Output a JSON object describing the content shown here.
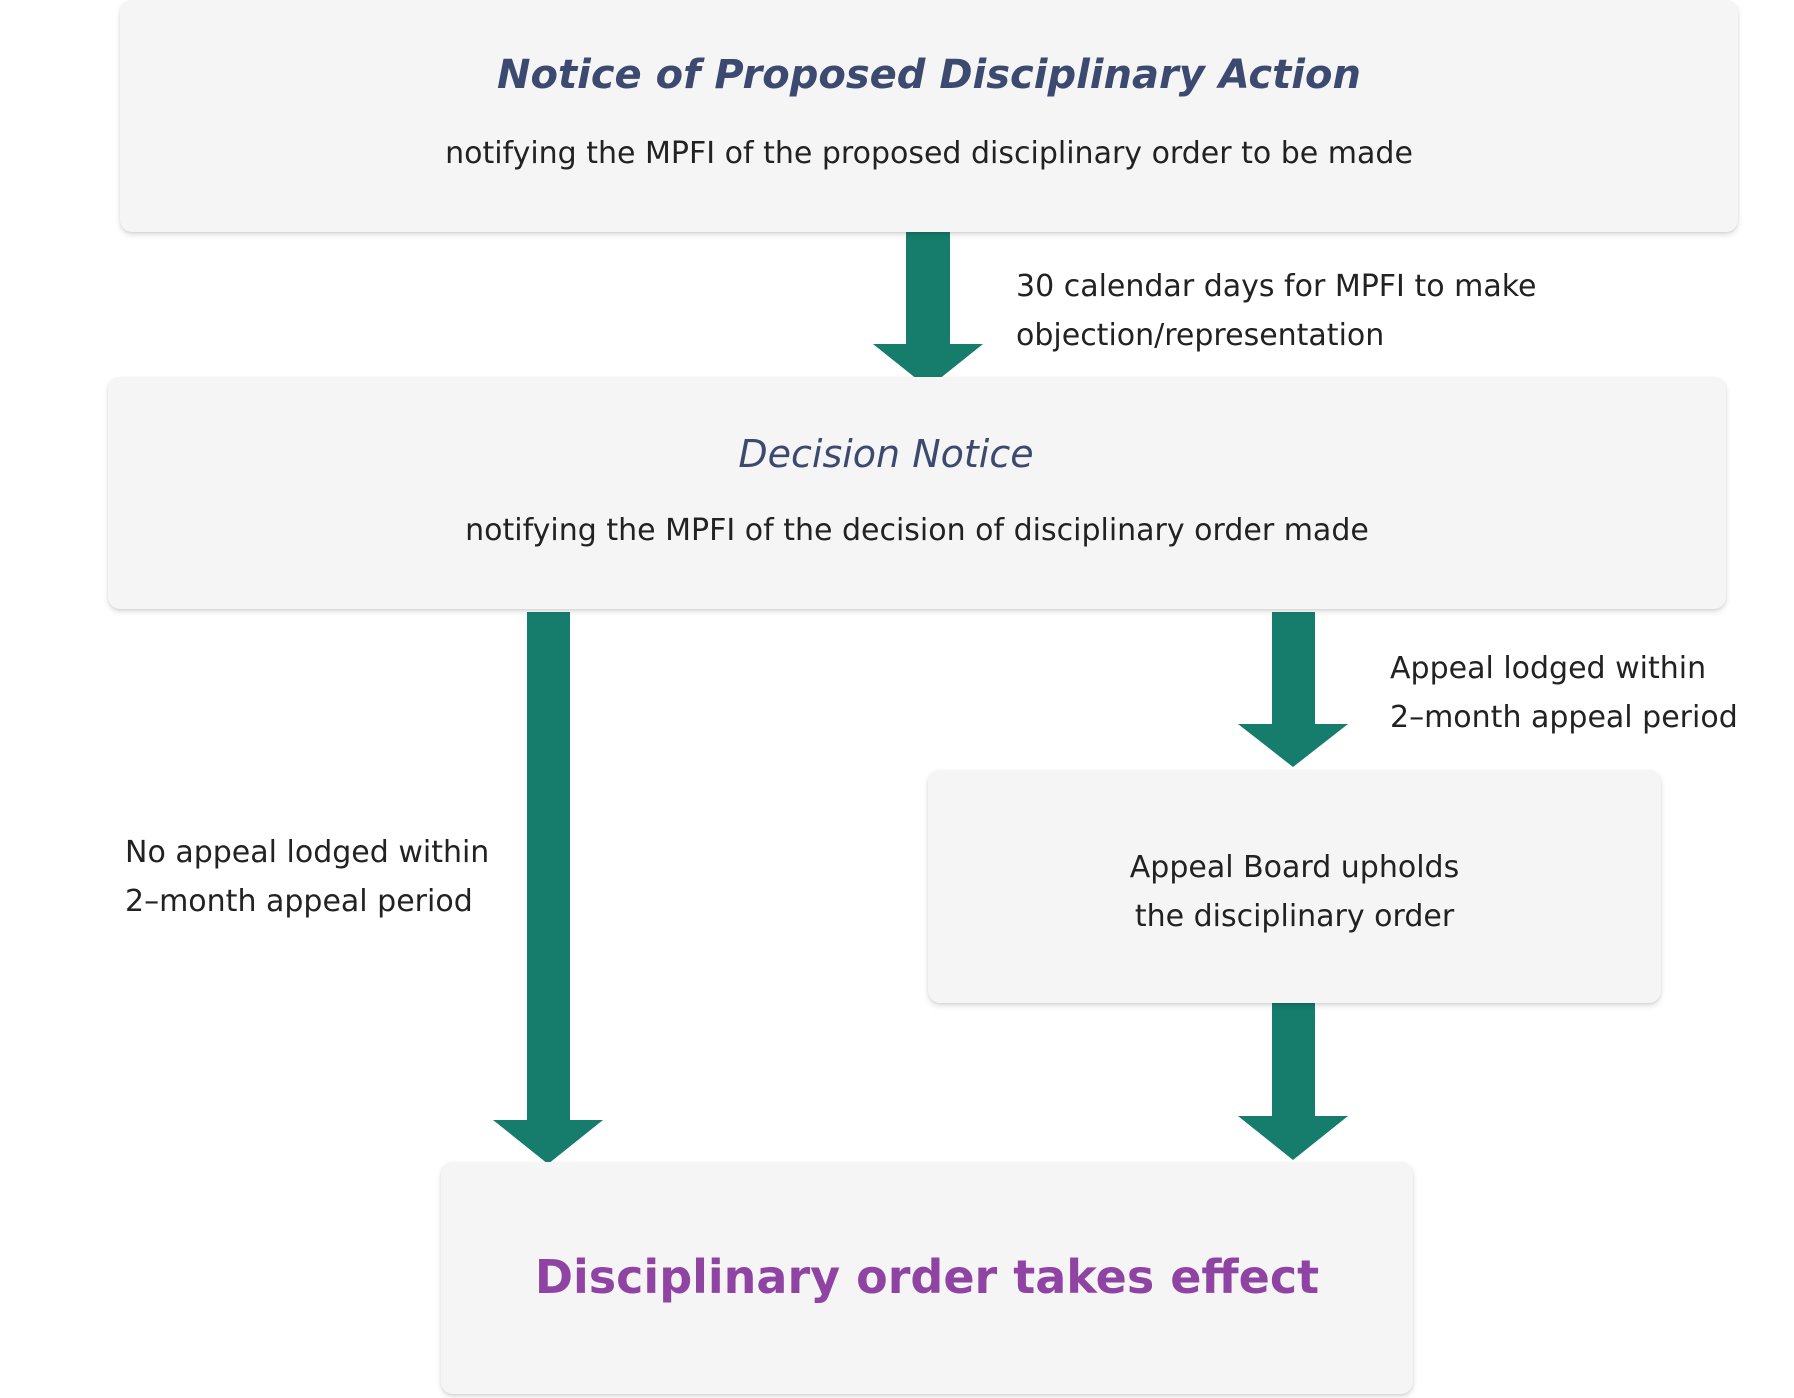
{
  "colors": {
    "box_fill": "#f5f5f5",
    "arrow": "#167c6c",
    "title_text": "#3d4a70",
    "final_text": "#8f44a3",
    "body_text": "#222222"
  },
  "boxes": {
    "notice": {
      "title": "Notice of Proposed Disciplinary Action",
      "subtitle": "notifying the MPFI of the proposed disciplinary order to be made"
    },
    "decision": {
      "title": "Decision Notice",
      "subtitle": "notifying the MPFI of the decision of disciplinary order made"
    },
    "appeal_board": {
      "line1": "Appeal Board upholds",
      "line2": "the disciplinary order"
    },
    "final": {
      "title": "Disciplinary order takes effect"
    }
  },
  "arrow_labels": {
    "objection": {
      "line1": "30 calendar days for MPFI to make",
      "line2": "objection/representation"
    },
    "appeal": {
      "line1": "Appeal lodged within",
      "line2": "2–month appeal period"
    },
    "no_appeal": {
      "line1": "No appeal lodged within",
      "line2": "2–month appeal period"
    }
  }
}
